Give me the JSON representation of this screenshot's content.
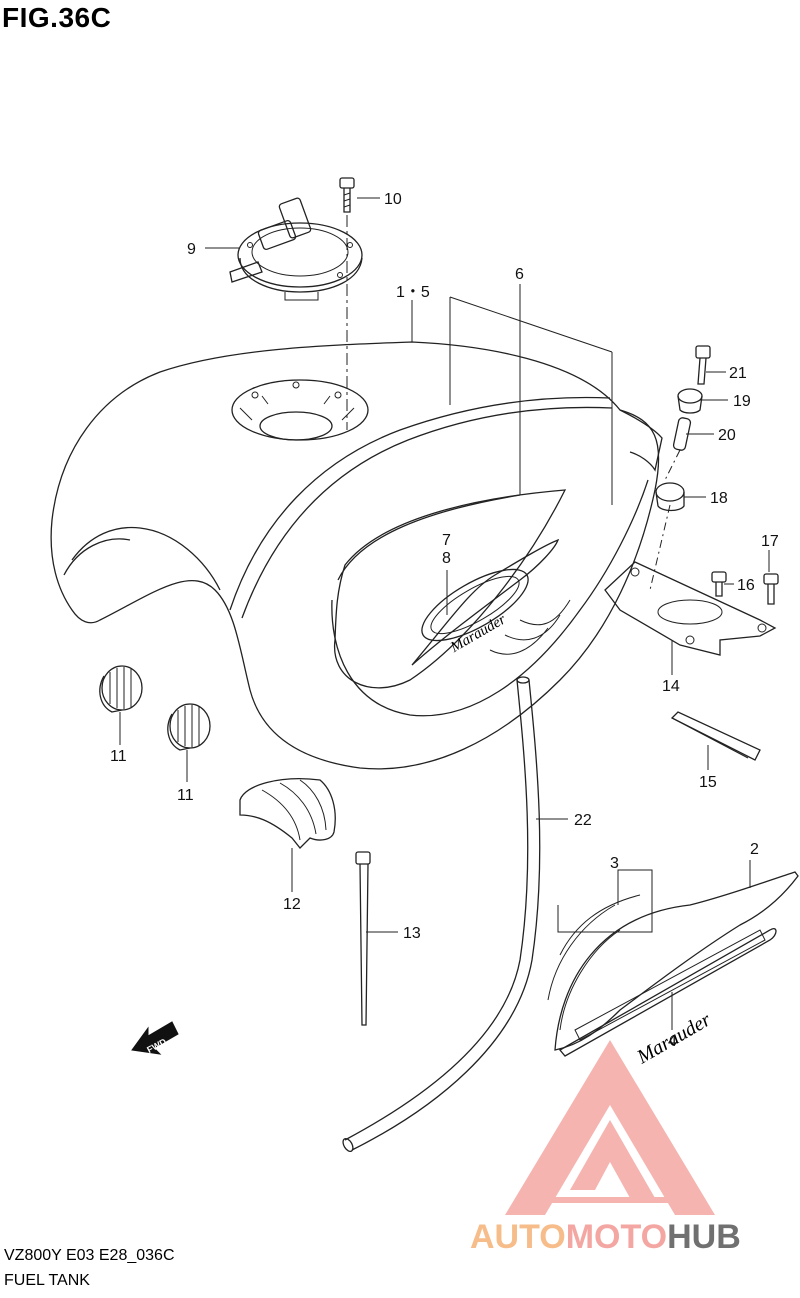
{
  "figure": {
    "title": "FIG.36C",
    "code": "VZ800Y E03 E28_036C",
    "name": "FUEL TANK"
  },
  "callouts": {
    "c1": "1・5",
    "c2": "2",
    "c3": "3",
    "c4": "4",
    "c6": "6",
    "c7": "7",
    "c8": "8",
    "c9": "9",
    "c10": "10",
    "c11a": "11",
    "c11b": "11",
    "c12": "12",
    "c13": "13",
    "c14": "14",
    "c15": "15",
    "c16": "16",
    "c17": "17",
    "c18": "18",
    "c19": "19",
    "c20": "20",
    "c21": "21",
    "c22": "22"
  },
  "parts": {
    "emblem_text": "Marauder",
    "fwd_arrow_label": "FWD"
  },
  "watermark": {
    "brand_part1": "AUTO",
    "brand_part2": "MOTO",
    "brand_part3": "HUB",
    "color_auto": "#f6bd8a",
    "color_moto": "#f4a7a2",
    "color_hub": "#707070"
  }
}
